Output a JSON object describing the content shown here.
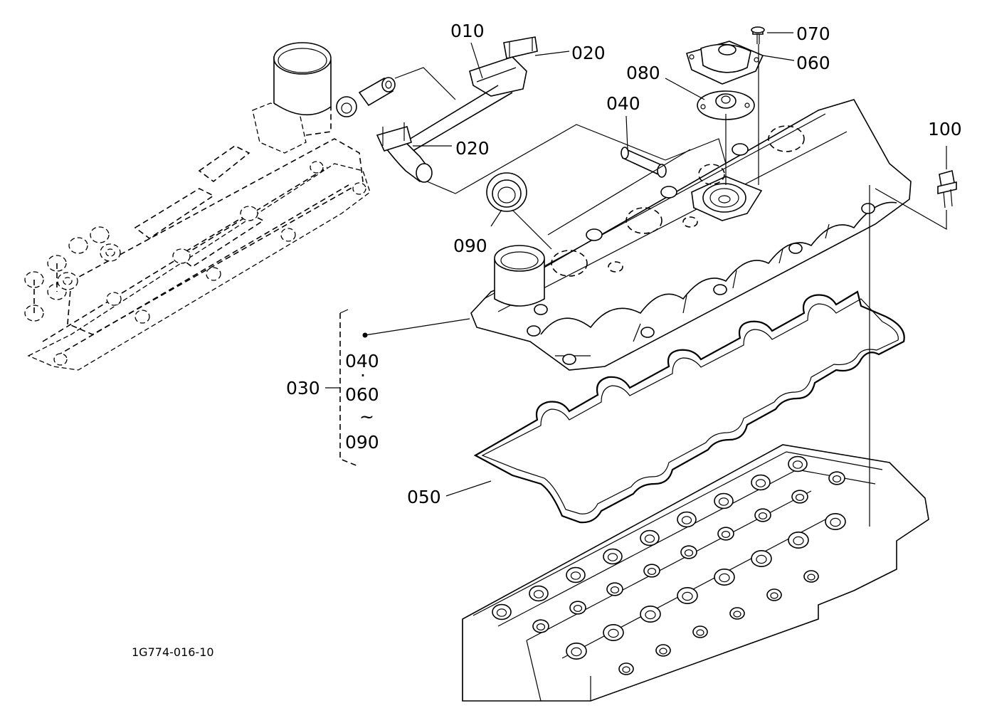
{
  "diagram_id": "1G774-016-10",
  "labels": {
    "p010": "010",
    "p020a": "020",
    "p020b": "020",
    "p040": "040",
    "p060": "060",
    "p070": "070",
    "p080": "080",
    "p090": "090",
    "p100": "100",
    "p030": "030",
    "p050": "050"
  },
  "assembly_group": {
    "top": "040",
    "dot": "·",
    "middle": "060",
    "tilde": "~",
    "bottom": "090"
  }
}
